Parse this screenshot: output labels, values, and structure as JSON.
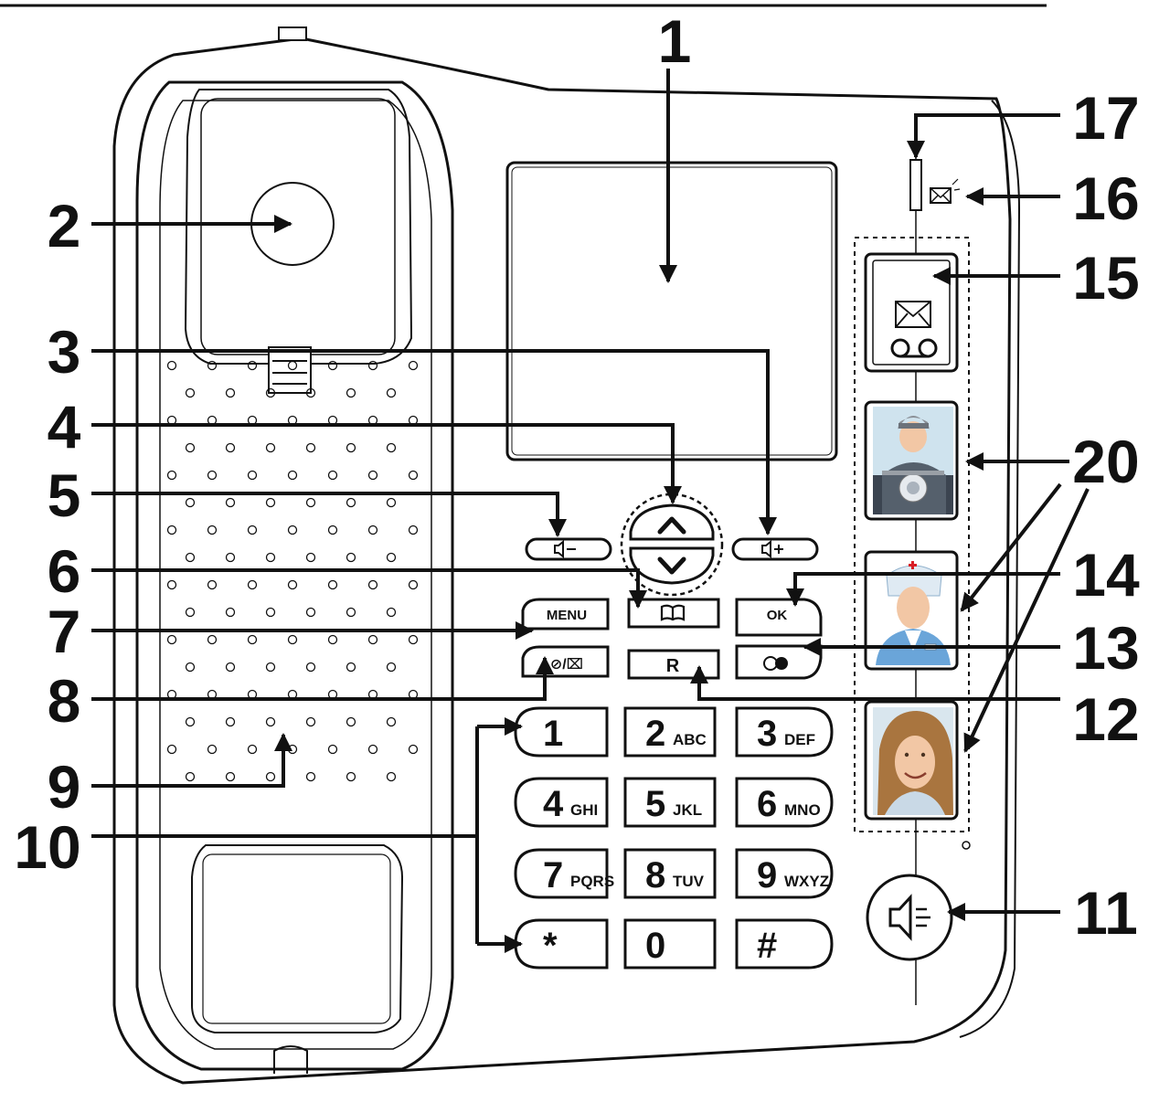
{
  "colors": {
    "ink": "#111111",
    "background": "#ffffff",
    "photo_sky": "#cfe3ee",
    "skin": "#f2c7a5",
    "hair": "#a9753f",
    "uniform": "#6aa5d9",
    "red_cross": "#d81f26"
  },
  "callouts": {
    "c1": "1",
    "c2": "2",
    "c3": "3",
    "c4": "4",
    "c5": "5",
    "c6": "6",
    "c7": "7",
    "c8": "8",
    "c9": "9",
    "c10": "10",
    "c11": "11",
    "c12": "12",
    "c13": "13",
    "c14": "14",
    "c15": "15",
    "c16": "16",
    "c17": "17",
    "c20": "20"
  },
  "function_keys": {
    "menu": "MENU",
    "ok": "OK",
    "recall": "R",
    "mute_delete": "⊘/⌧"
  },
  "keypad": {
    "k1": {
      "digit": "1",
      "letters": ""
    },
    "k2": {
      "digit": "2",
      "letters": "ABC"
    },
    "k3": {
      "digit": "3",
      "letters": "DEF"
    },
    "k4": {
      "digit": "4",
      "letters": "GHI"
    },
    "k5": {
      "digit": "5",
      "letters": "JKL"
    },
    "k6": {
      "digit": "6",
      "letters": "MNO"
    },
    "k7": {
      "digit": "7",
      "letters": "PQRS"
    },
    "k8": {
      "digit": "8",
      "letters": "TUV"
    },
    "k9": {
      "digit": "9",
      "letters": "WXYZ"
    },
    "kstar": {
      "digit": "*",
      "letters": ""
    },
    "k0": {
      "digit": "0",
      "letters": ""
    },
    "khash": {
      "digit": "#",
      "letters": ""
    }
  },
  "icons": {
    "volume_down": "speaker-minus-icon",
    "volume_up": "speaker-plus-icon",
    "nav_up": "chevron-up-icon",
    "nav_down": "chevron-down-icon",
    "phonebook": "book-icon",
    "redial": "redial-icon",
    "speakerphone": "speakerphone-icon",
    "voicemail": "voicemail-icon",
    "message_indicator": "envelope-icon"
  }
}
